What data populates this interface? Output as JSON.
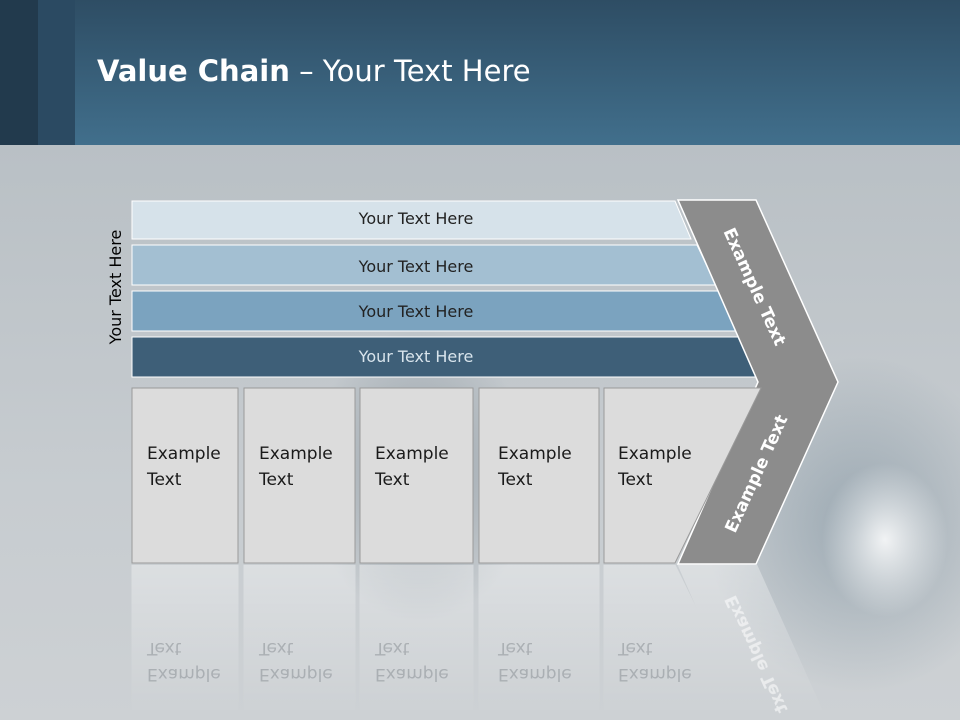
{
  "title": {
    "bold": "Value Chain",
    "rest": " – Your Text Here"
  },
  "side_label": "Your Text Here",
  "bars": [
    {
      "label": "Your Text Here",
      "fill": "#d6e2ea",
      "text_color": "#222222"
    },
    {
      "label": "Your Text Here",
      "fill": "#a3bfd2",
      "text_color": "#222222"
    },
    {
      "label": "Your Text Here",
      "fill": "#7ba3bf",
      "text_color": "#222222"
    },
    {
      "label": "Your Text Here",
      "fill": "#3e5f78",
      "text_color": "#d8e4ec"
    }
  ],
  "boxes": [
    {
      "line1": "Example",
      "line2": "Text"
    },
    {
      "line1": "Example",
      "line2": "Text"
    },
    {
      "line1": "Example",
      "line2": "Text"
    },
    {
      "line1": "Example",
      "line2": "Text"
    },
    {
      "line1": "Example",
      "line2": "Text"
    }
  ],
  "chevron": {
    "upper_label": "Example Text",
    "lower_label": "Example Text",
    "fill": "#8c8c8c"
  },
  "colors": {
    "header": "#3c6583",
    "box_fill": "#dcdcdc",
    "box_border": "#9a9a9a"
  }
}
